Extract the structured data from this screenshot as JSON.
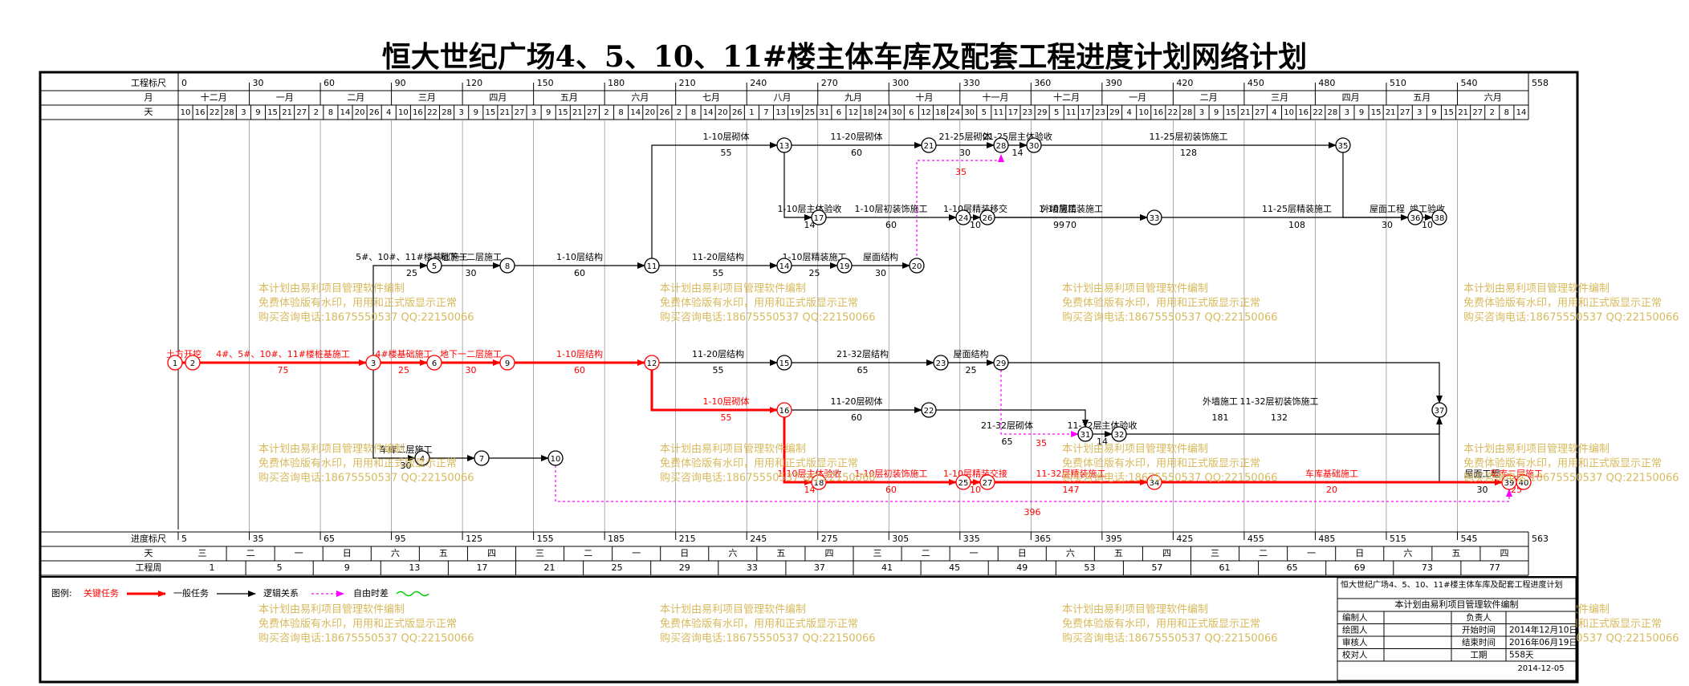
{
  "title": "恒大世纪广场4、5、10、11#楼主体车库及配套工程进度计划网络计划",
  "colors": {
    "critical": "#ff0000",
    "normal": "#000000",
    "logic": "#000000",
    "float": "#ff00ff",
    "wave": "#00cc00",
    "watermark": "#d4b24a",
    "grid": "#000000"
  },
  "scale_top": {
    "label_ruler": "工程标尺",
    "label_month": "月",
    "label_day": "天",
    "ruler": [
      "0",
      "30",
      "60",
      "90",
      "120",
      "150",
      "180",
      "210",
      "240",
      "270",
      "300",
      "330",
      "360",
      "390",
      "420",
      "450",
      "480",
      "510",
      "540",
      "558"
    ],
    "months": [
      "十二月",
      "一月",
      "二月",
      "三月",
      "四月",
      "五月",
      "六月",
      "七月",
      "八月",
      "九月",
      "十月",
      "十一月",
      "十二月",
      "一月",
      "二月",
      "三月",
      "四月",
      "五月",
      "六月"
    ],
    "days": [
      "10",
      "16",
      "22",
      "28",
      "3",
      "9",
      "15",
      "21",
      "27",
      "2",
      "8",
      "14",
      "20",
      "26",
      "4",
      "10",
      "16",
      "22",
      "28",
      "3",
      "9",
      "15",
      "21",
      "27",
      "3",
      "9",
      "15",
      "21",
      "27",
      "2",
      "8",
      "14",
      "20",
      "26",
      "2",
      "8",
      "14",
      "20",
      "26",
      "1",
      "7",
      "13",
      "19",
      "25",
      "31",
      "6",
      "12",
      "18",
      "24",
      "30",
      "6",
      "12",
      "18",
      "24",
      "30",
      "5",
      "11",
      "17",
      "23",
      "29",
      "5",
      "11",
      "17",
      "23",
      "29",
      "4",
      "10",
      "16",
      "22",
      "28",
      "3",
      "9",
      "15",
      "21",
      "27",
      "4",
      "10",
      "16",
      "22",
      "28",
      "3",
      "9",
      "15",
      "21",
      "27",
      "3",
      "9",
      "15",
      "21",
      "27",
      "2",
      "8",
      "14"
    ]
  },
  "scale_bottom": {
    "label_ruler": "进度标尺",
    "label_day": "天",
    "label_week": "工程周",
    "ruler": [
      "5",
      "35",
      "65",
      "95",
      "125",
      "155",
      "185",
      "215",
      "245",
      "275",
      "305",
      "335",
      "365",
      "395",
      "425",
      "455",
      "485",
      "515",
      "545",
      "563"
    ],
    "weekdays": [
      "三",
      "二",
      "一",
      "日",
      "六",
      "五",
      "四",
      "三",
      "二",
      "一",
      "日",
      "六",
      "五",
      "四",
      "三",
      "二",
      "一",
      "日",
      "六",
      "五",
      "四",
      "三",
      "二",
      "一",
      "日",
      "六",
      "五",
      "四"
    ],
    "weeks": [
      "1",
      "5",
      "9",
      "13",
      "17",
      "21",
      "25",
      "29",
      "33",
      "37",
      "41",
      "45",
      "49",
      "53",
      "57",
      "61",
      "65",
      "69",
      "73",
      "77"
    ]
  },
  "nodes": [
    "1",
    "2",
    "3",
    "4",
    "5",
    "6",
    "7",
    "8",
    "9",
    "10",
    "11",
    "12",
    "13",
    "14",
    "15",
    "16",
    "17",
    "18",
    "19",
    "20",
    "21",
    "22",
    "23",
    "24",
    "25",
    "26",
    "27",
    "28",
    "29",
    "30",
    "31",
    "32",
    "33",
    "34",
    "35",
    "36",
    "37",
    "38",
    "39",
    "40"
  ],
  "activities": [
    {
      "name": "土方开挖",
      "dur": ""
    },
    {
      "name": "4#、5#、10#、11#楼桩基施工",
      "dur": "75"
    },
    {
      "name": "4#楼基础施工",
      "dur": "25"
    },
    {
      "name": "地下一二层施工",
      "dur": "30"
    },
    {
      "name": "1-10层结构",
      "dur": "60"
    },
    {
      "name": "5#、10#、11#楼基础施工",
      "dur": "25"
    },
    {
      "name": "地下一二层施工",
      "dur": "30"
    },
    {
      "name": "1-10层结构",
      "dur": "60"
    },
    {
      "name": "1-10层砌体",
      "dur": "55"
    },
    {
      "name": "11-20层砌体",
      "dur": "60"
    },
    {
      "name": "21-25层砌体",
      "dur": "30"
    },
    {
      "name": "21-25层主体验收",
      "dur": "14"
    },
    {
      "name": "11-25层初装饰施工",
      "dur": "128"
    },
    {
      "name": "屋面工程",
      "dur": "30"
    },
    {
      "name": "1-10层主体验收",
      "dur": "14"
    },
    {
      "name": "1-10层初装饰施工",
      "dur": "60"
    },
    {
      "name": "1-10层精装移交",
      "dur": "10"
    },
    {
      "name": "外墙施工",
      "dur": "99"
    },
    {
      "name": "1-10层精装施工",
      "dur": "70"
    },
    {
      "name": "11-25层精装施工",
      "dur": "108"
    },
    {
      "name": "竣工验收",
      "dur": "10"
    },
    {
      "name": "11-20层结构",
      "dur": "55"
    },
    {
      "name": "1-10层精装施工",
      "dur": "25"
    },
    {
      "name": "屋面结构",
      "dur": "30"
    },
    {
      "name": "11-20层结构",
      "dur": "55"
    },
    {
      "name": "21-32层结构",
      "dur": "65"
    },
    {
      "name": "屋面结构",
      "dur": "25"
    },
    {
      "name": "外墙施工",
      "dur": "181"
    },
    {
      "name": "1-10层砌体",
      "dur": "55"
    },
    {
      "name": "11-20层砌体",
      "dur": "60"
    },
    {
      "name": "21-32层砌体",
      "dur": "65"
    },
    {
      "name": "11-32层主体验收",
      "dur": "14"
    },
    {
      "name": "11-32层初装饰施工",
      "dur": "132"
    },
    {
      "name": "屋面工程",
      "dur": "30"
    },
    {
      "name": "1-10层主体验收",
      "dur": "14"
    },
    {
      "name": "1-10层初装饰施工",
      "dur": "60"
    },
    {
      "name": "1-10层精装交接",
      "dur": "10"
    },
    {
      "name": "11-32层精装施工",
      "dur": "147"
    },
    {
      "name": "车库基础施工",
      "dur": "20"
    },
    {
      "name": "车库二层施工",
      "dur": "25"
    },
    {
      "name": "车库二层施工",
      "dur": "30"
    }
  ],
  "floats": [
    "35",
    "35",
    "396"
  ],
  "legend": {
    "label": "图例:",
    "critical": "关键任务",
    "normal": "一般任务",
    "logic": "逻辑关系",
    "float": "自由时差"
  },
  "watermark": [
    "本计划由易利项目管理软件编制",
    "免费体验版有水印，用用和正式版显示正常",
    "购买咨询电话:18675550537 QQ:22150066"
  ],
  "info_table": {
    "project": "恒大世纪广场4、5、10、11#楼主体车库及配套工程进度计划",
    "company": "本计划由易利项目管理软件编制",
    "rows": [
      {
        "k1": "编制人",
        "v1": "",
        "k2": "负责人",
        "v2": ""
      },
      {
        "k1": "绘图人",
        "v1": "",
        "k2": "开始时间",
        "v2": "2014年12月10日"
      },
      {
        "k1": "审核人",
        "v1": "",
        "k2": "结束时间",
        "v2": "2016年06月19日"
      },
      {
        "k1": "校对人",
        "v1": "",
        "k2": "工期",
        "v2": "558天"
      }
    ],
    "date": "2014-12-05"
  }
}
